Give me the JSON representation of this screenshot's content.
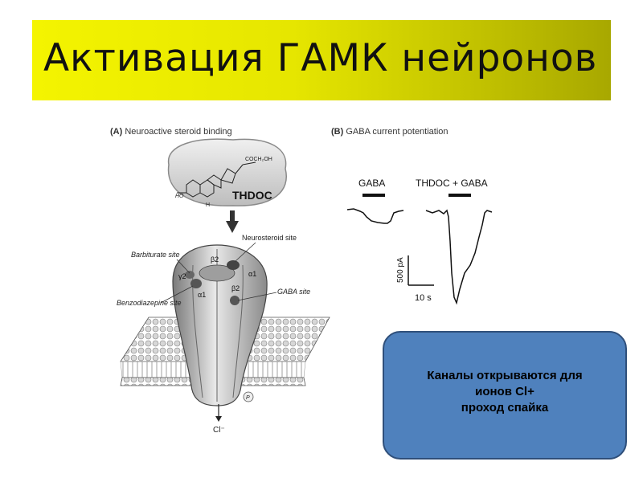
{
  "title": "Активация ГАМК нейронов",
  "panel_a": {
    "letter": "(A)",
    "caption": "Neuroactive steroid binding",
    "molecule_name": "THDOC",
    "chem_group": "COCH₂OH",
    "ho_label": "HO",
    "h_label": "H",
    "labels": {
      "barbiturate": "Barbiturate site",
      "neurosteroid": "Neurosteroid site",
      "benzodiazepine": "Benzodiazepine site",
      "gaba_site": "GABA site",
      "beta2_top": "β2",
      "beta2_right": "β2",
      "alpha1_left": "α1",
      "alpha1_right": "α1",
      "gamma2": "γ2",
      "chloride": "Cl⁻",
      "p": "P"
    }
  },
  "panel_b": {
    "letter": "(B)",
    "caption": "GABA current potentiation",
    "trace1_label": "GABA",
    "trace2_label": "THDOC + GABA",
    "y_scale": "500 pA",
    "x_scale": "10 s"
  },
  "info_box": {
    "line1": "Каналы открываются для",
    "line2": "ионов Cl+",
    "line3": "проход спайка"
  },
  "colors": {
    "title_bg": "#e6e600",
    "box_bg": "#4f81bd"
  }
}
